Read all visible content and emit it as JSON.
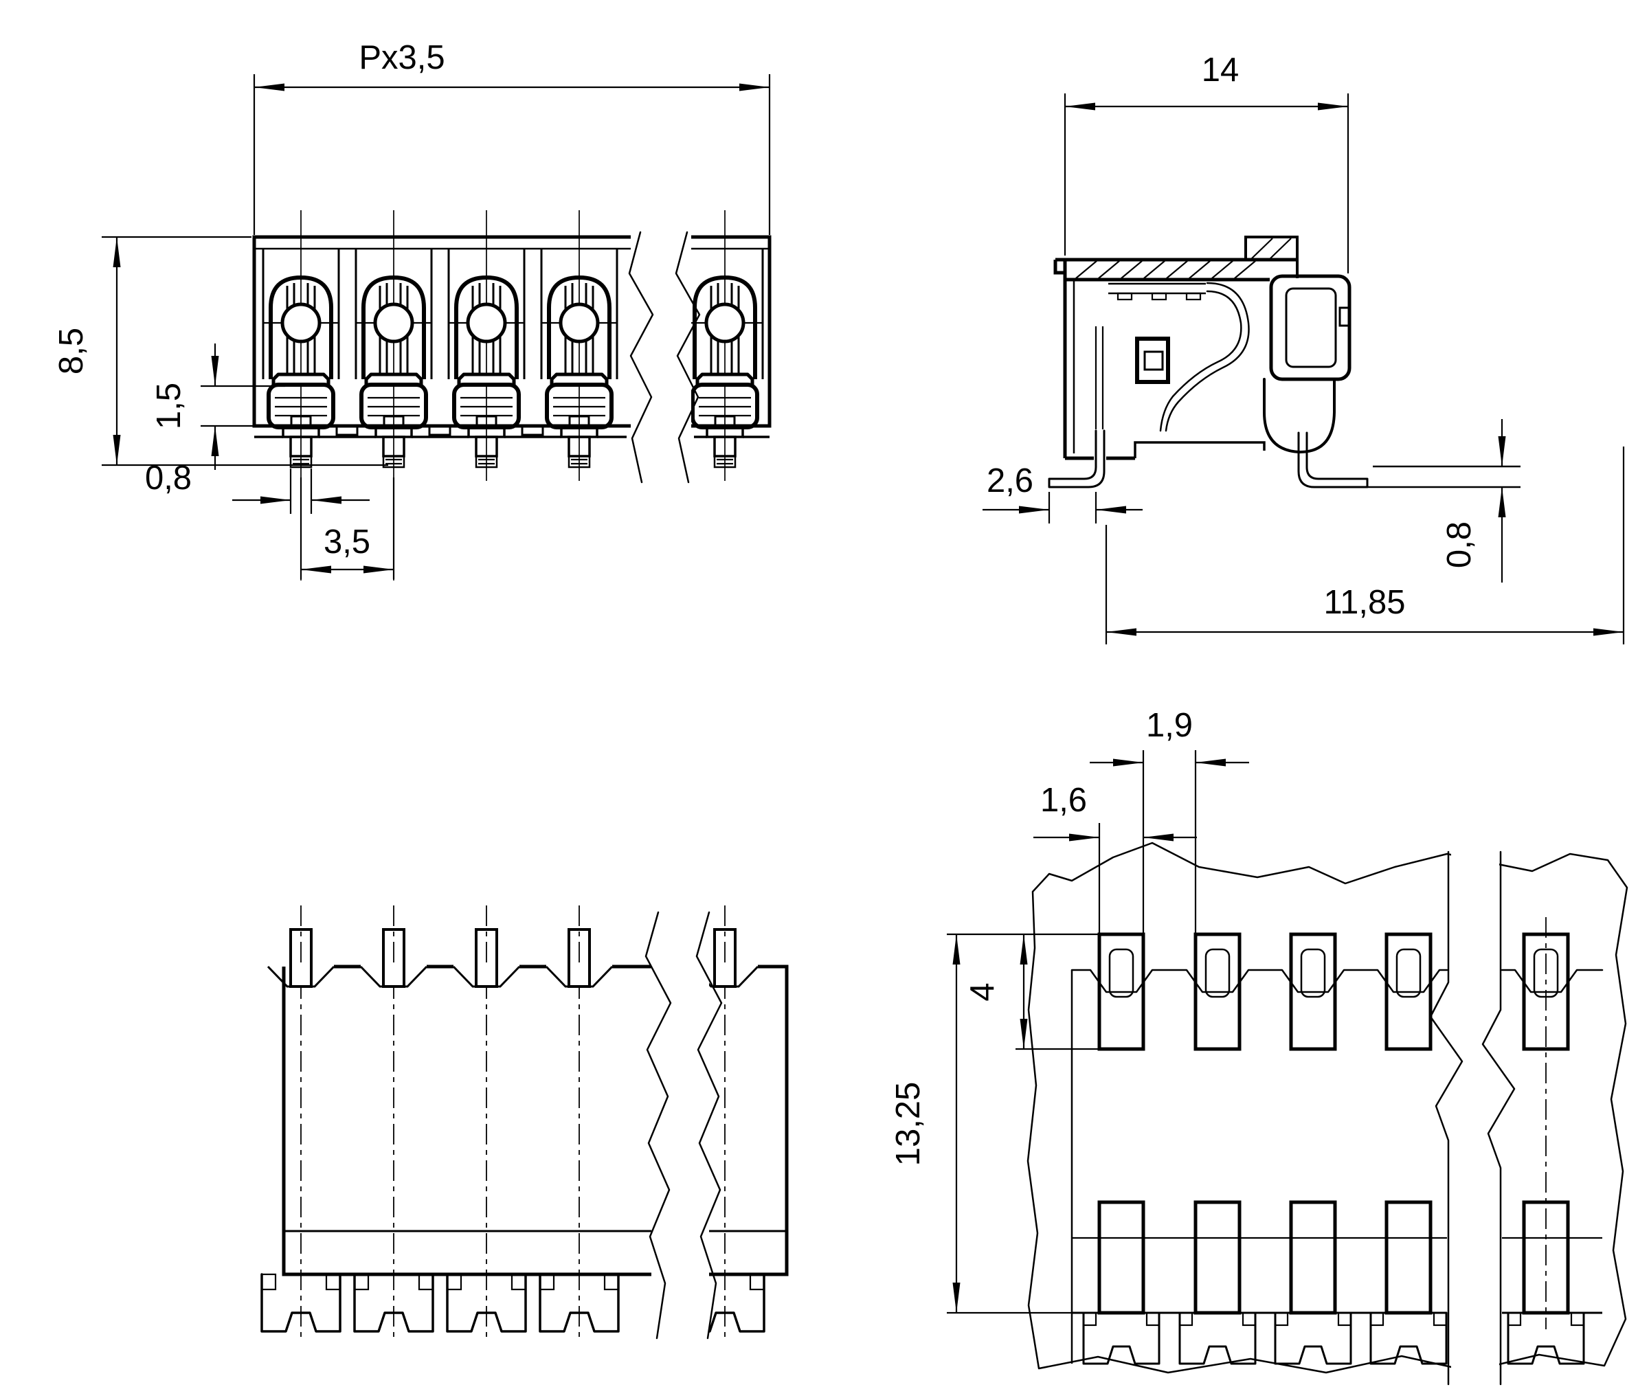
{
  "document": {
    "type": "technical-dimension-drawing",
    "subject": "smd-pcb-terminal-block",
    "background_color": "#ffffff",
    "line_color": "#000000"
  },
  "views": {
    "front": {
      "name": "front-view",
      "dims": [
        {
          "id": "total-width",
          "label": "Px3,5",
          "orientation": "horizontal"
        },
        {
          "id": "housing-height",
          "label": "8,5",
          "orientation": "vertical"
        },
        {
          "id": "clamp-opening",
          "label": "1,5",
          "orientation": "vertical"
        },
        {
          "id": "pin-width",
          "label": "0,8",
          "orientation": "horizontal"
        },
        {
          "id": "pitch",
          "label": "3,5",
          "orientation": "horizontal"
        }
      ]
    },
    "side": {
      "name": "side-section-view",
      "dims": [
        {
          "id": "depth",
          "label": "14",
          "orientation": "horizontal"
        },
        {
          "id": "foot-protrusion",
          "label": "2,6",
          "orientation": "horizontal"
        },
        {
          "id": "standoff",
          "label": "0,8",
          "orientation": "vertical"
        },
        {
          "id": "pad-span",
          "label": "11,85",
          "orientation": "horizontal"
        }
      ]
    },
    "bottom": {
      "name": "bottom-view",
      "dims": []
    },
    "footprint": {
      "name": "pcb-footprint-view",
      "dims": [
        {
          "id": "pad-gap",
          "label": "1,9",
          "orientation": "horizontal"
        },
        {
          "id": "pad-width",
          "label": "1,6",
          "orientation": "horizontal"
        },
        {
          "id": "pad-height",
          "label": "4",
          "orientation": "vertical"
        },
        {
          "id": "footprint-height",
          "label": "13,25",
          "orientation": "vertical"
        }
      ]
    }
  }
}
